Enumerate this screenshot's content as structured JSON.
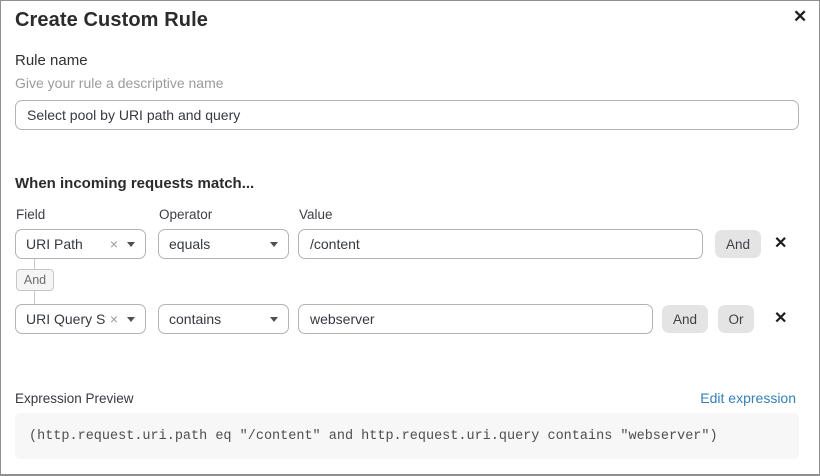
{
  "dialog": {
    "title": "Create Custom Rule"
  },
  "icons": {
    "close": "✕",
    "delete_condition": "✕",
    "clear_selection": "×",
    "caret": "caret-down"
  },
  "rule_name": {
    "label": "Rule name",
    "helper": "Give your rule a descriptive name",
    "value": "Select pool by URI path and query"
  },
  "match": {
    "heading": "When incoming requests match...",
    "columns": {
      "field": "Field",
      "operator": "Operator",
      "value": "Value"
    },
    "connector": "And",
    "and_label": "And",
    "or_label": "Or",
    "rows": [
      {
        "field": "URI Path",
        "operator": "equals",
        "value": "/content"
      },
      {
        "field": "URI Query St...",
        "operator": "contains",
        "value": "webserver"
      }
    ]
  },
  "expression_preview": {
    "label": "Expression Preview",
    "edit_link": "Edit expression",
    "expression": "(http.request.uri.path eq \"/content\" and http.request.uri.query contains \"webserver\")"
  },
  "colors": {
    "link_blue": "#3580b8",
    "button_gray": "#e4e4e4",
    "code_background": "#f7f7f7",
    "input_border": "#b3b3b3"
  }
}
